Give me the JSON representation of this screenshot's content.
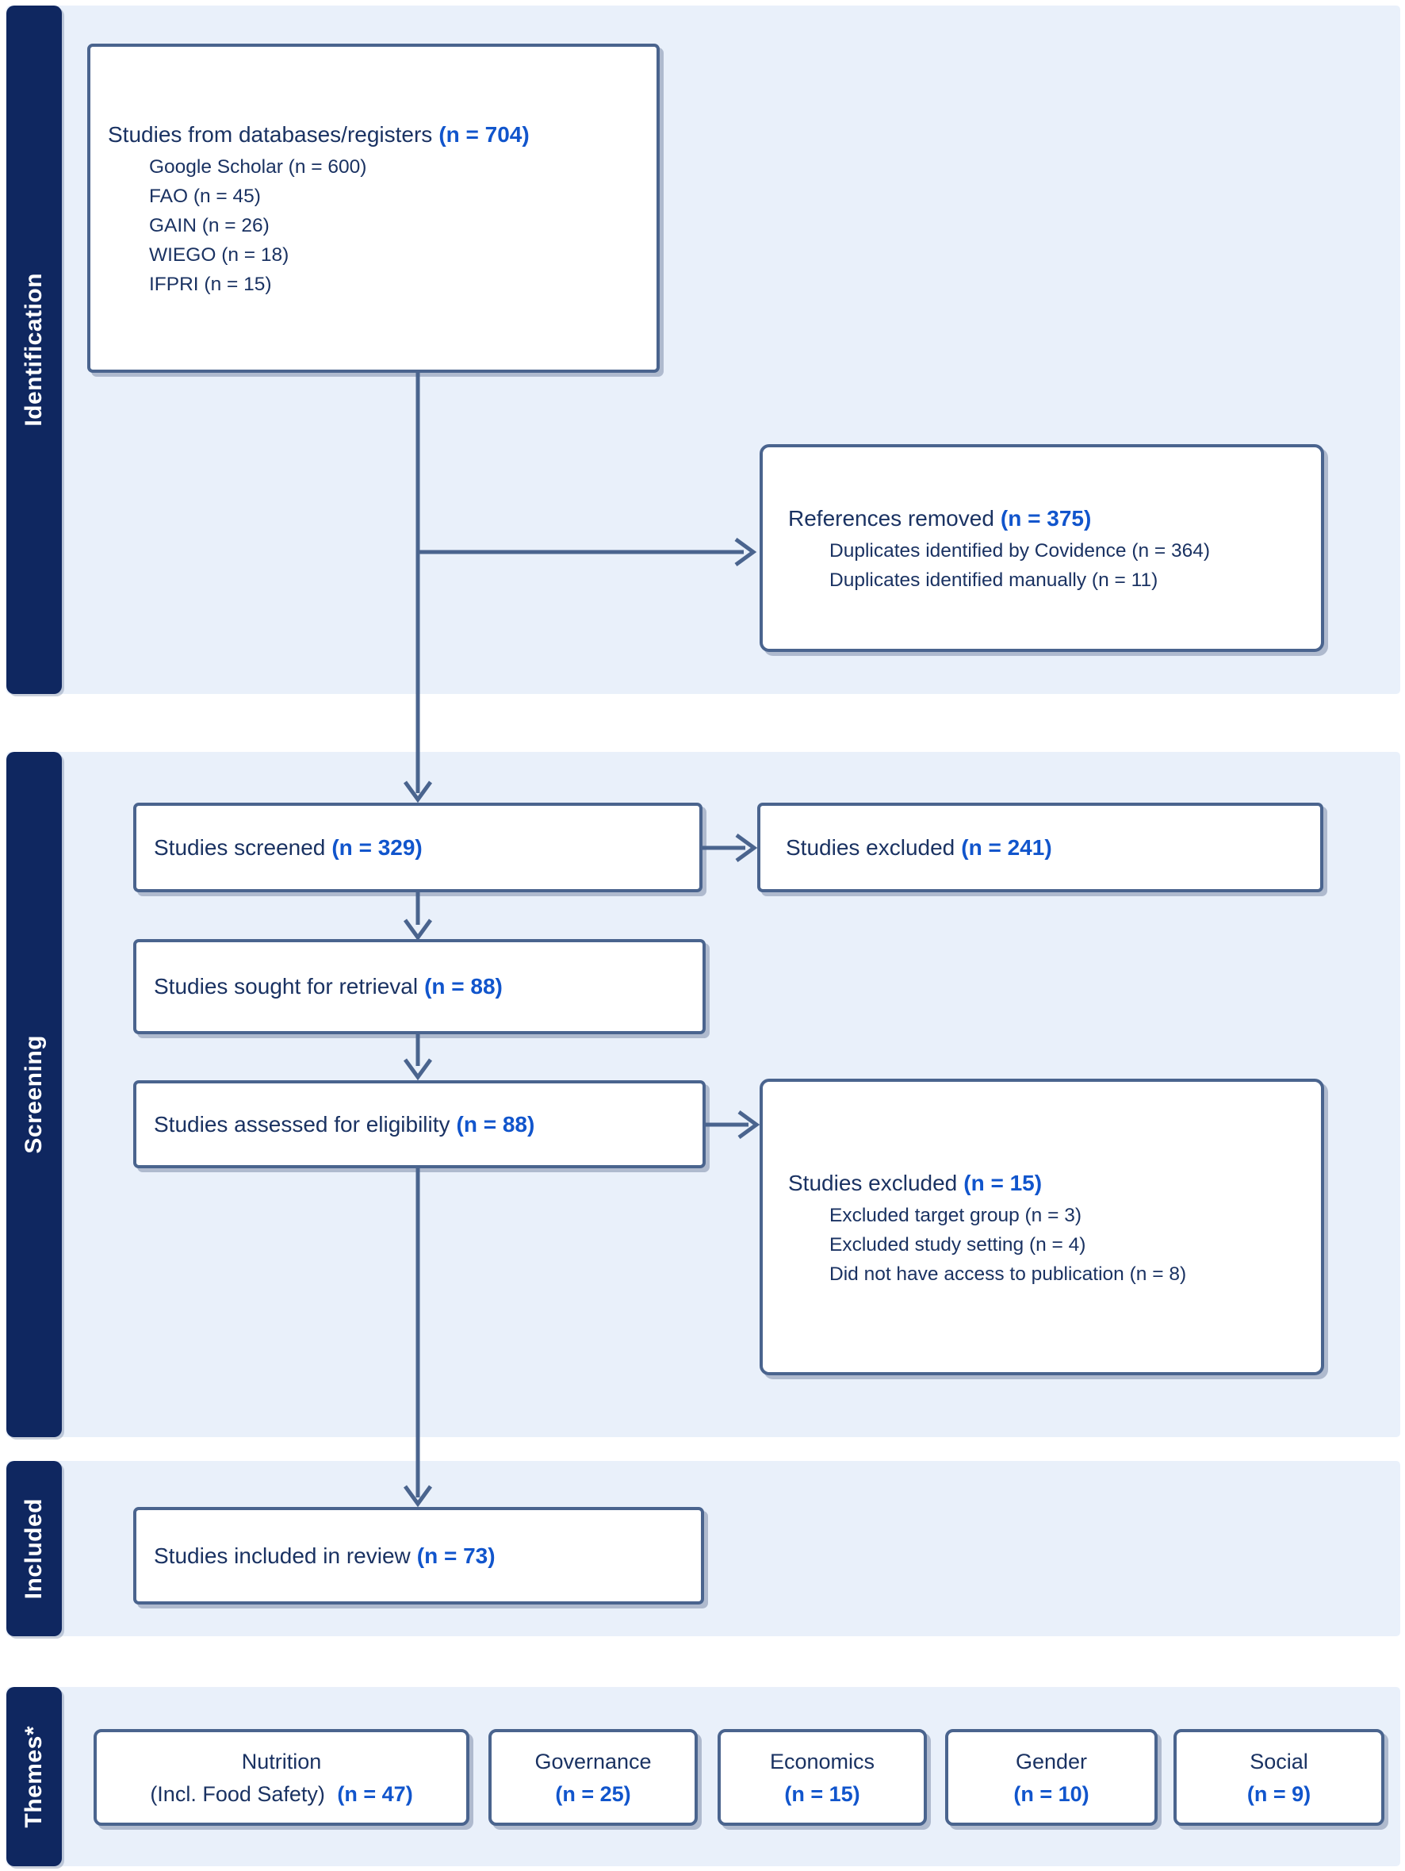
{
  "sections": [
    {
      "label": "Identification"
    },
    {
      "label": "Screening"
    },
    {
      "label": "Included"
    },
    {
      "label": "Themes*"
    }
  ],
  "boxes": {
    "databases": {
      "title": "Studies from databases/registers",
      "n": "(n = 704)",
      "items": [
        "Google Scholar (n = 600)",
        "FAO (n = 45)",
        "GAIN (n = 26)",
        "WIEGO (n = 18)",
        "IFPRI (n = 15)"
      ]
    },
    "references_removed": {
      "title": "References removed",
      "n": "(n = 375)",
      "items": [
        "Duplicates identified by Covidence (n = 364)",
        "Duplicates identified manually (n = 11)"
      ]
    },
    "screened": {
      "title": "Studies screened",
      "n": "(n = 329)"
    },
    "excluded_screening": {
      "title": "Studies excluded",
      "n": "(n = 241)"
    },
    "sought": {
      "title": "Studies sought for retrieval",
      "n": "(n = 88)"
    },
    "assessed": {
      "title": "Studies assessed for eligibility",
      "n": "(n = 88)"
    },
    "excluded_eligibility": {
      "title": "Studies excluded",
      "n": "(n = 15)",
      "items": [
        "Excluded target group (n = 3)",
        "Excluded study setting (n = 4)",
        "Did not have access to publication (n = 8)"
      ]
    },
    "included": {
      "title": "Studies included in review",
      "n": "(n = 73)"
    }
  },
  "themes": [
    {
      "name": "Nutrition",
      "qualifier": "(Incl. Food Safety) ",
      "n": "(n = 47)"
    },
    {
      "name": "Governance",
      "qualifier": "",
      "n": "(n = 25)"
    },
    {
      "name": "Economics",
      "qualifier": "",
      "n": "(n = 15)"
    },
    {
      "name": "Gender",
      "qualifier": "",
      "n": "(n = 10)"
    },
    {
      "name": "Social",
      "qualifier": "",
      "n": "(n = 9)"
    }
  ],
  "colors": {
    "section_background": "#e9f0fa",
    "sidebar_navy": "#0f2760",
    "box_border": "#4a648e",
    "arrow": "#4a648e",
    "text_navy": "#1a3262",
    "count_blue": "#1155cc",
    "box_background": "#ffffff"
  }
}
